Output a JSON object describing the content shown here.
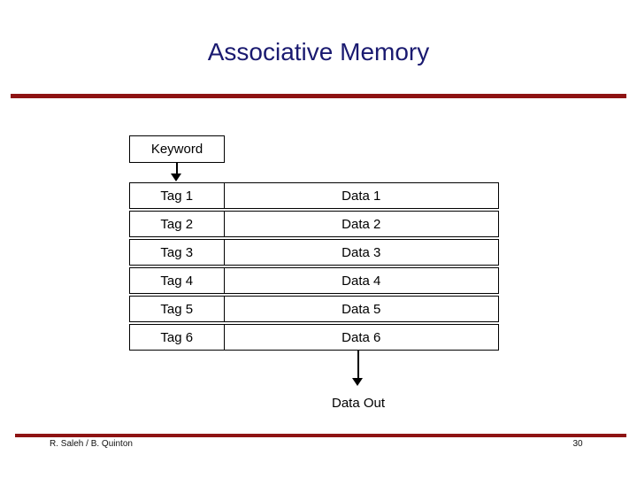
{
  "slide": {
    "title": "Associative Memory",
    "footer": {
      "author": "R. Saleh / B. Quinton",
      "page_number": "30"
    },
    "colors": {
      "accent_rule": "#8e1313",
      "title_text": "#1a1a70",
      "diagram_lines": "#000000"
    }
  },
  "diagram": {
    "keyword_label": "Keyword",
    "data_out_label": "Data Out",
    "rows": [
      {
        "tag": "Tag 1",
        "data": "Data 1"
      },
      {
        "tag": "Tag 2",
        "data": "Data 2"
      },
      {
        "tag": "Tag 3",
        "data": "Data 3"
      },
      {
        "tag": "Tag 4",
        "data": "Data 4"
      },
      {
        "tag": "Tag 5",
        "data": "Data 5"
      },
      {
        "tag": "Tag 6",
        "data": "Data 6"
      }
    ]
  }
}
